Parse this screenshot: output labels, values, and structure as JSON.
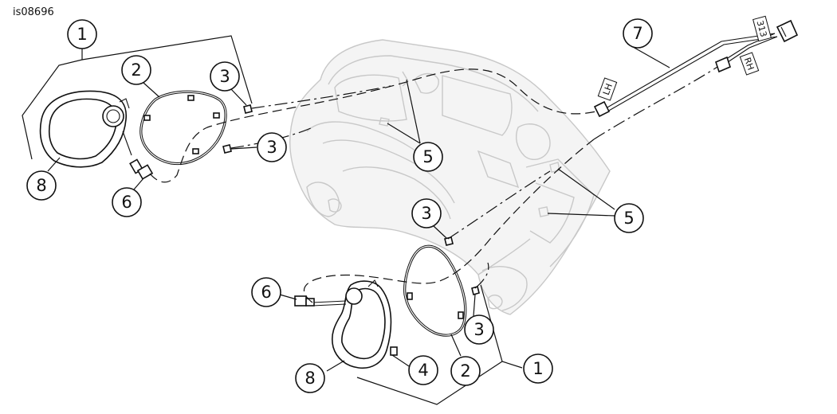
{
  "figure_id": "is08696",
  "callouts": {
    "c1_left": "1",
    "c2_left": "2",
    "c3_a": "3",
    "c3_b": "3",
    "c8_left": "8",
    "c6_left": "6",
    "c5_top": "5",
    "c7": "7",
    "c5_right": "5",
    "c3_c": "3",
    "c6_bottom": "6",
    "c3_d": "3",
    "c8_bottom": "8",
    "c4": "4",
    "c2_bottom": "2",
    "c1_bottom": "1"
  },
  "harness_tags": {
    "lh": "LH",
    "rh": "RH",
    "main": "313"
  }
}
